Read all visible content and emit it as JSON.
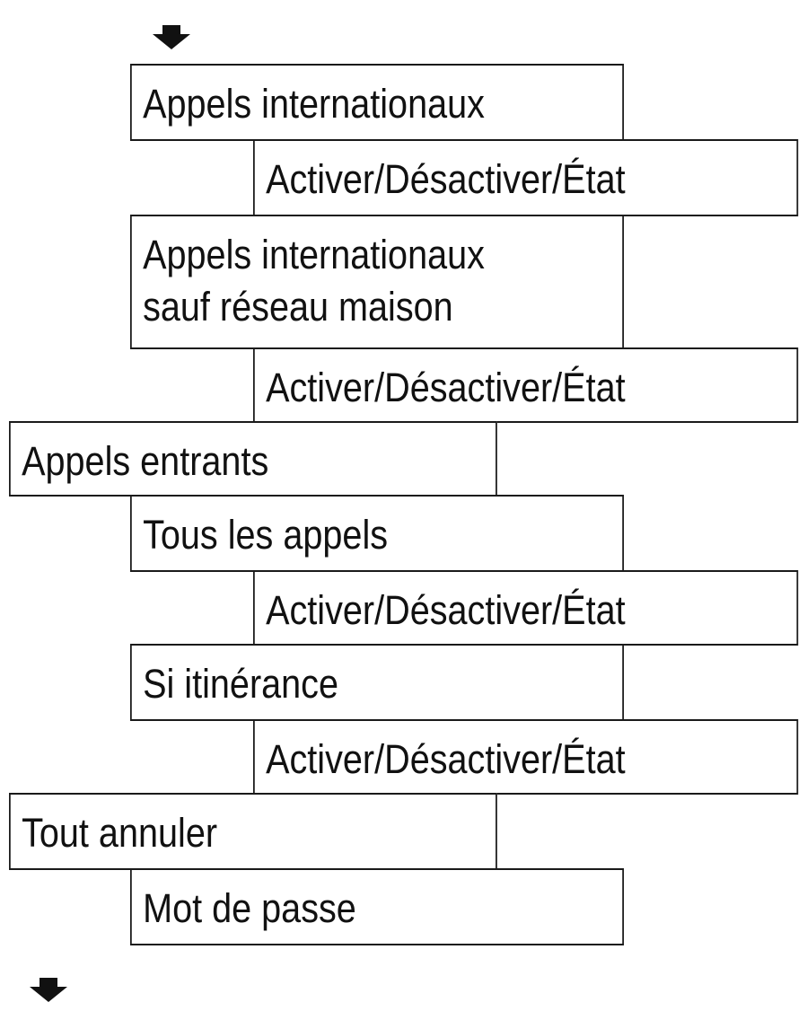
{
  "menu": {
    "international_calls": "Appels internationaux",
    "international_calls_toggle": "Activer/Désactiver/État",
    "international_except_home_line1": "Appels internationaux",
    "international_except_home_line2": "sauf réseau maison",
    "international_except_home_toggle": "Activer/Désactiver/État",
    "incoming_calls": "Appels entrants",
    "all_calls": "Tous les appels",
    "all_calls_toggle": "Activer/Désactiver/État",
    "if_roaming": "Si itinérance",
    "if_roaming_toggle": "Activer/Désactiver/État",
    "cancel_all": "Tout annuler",
    "password": "Mot de passe"
  },
  "icons": {
    "top": "arrow-down-icon",
    "bottom": "arrow-down-icon"
  },
  "colors": {
    "border": "#1a1a1a",
    "text": "#111111",
    "background": "#ffffff"
  }
}
